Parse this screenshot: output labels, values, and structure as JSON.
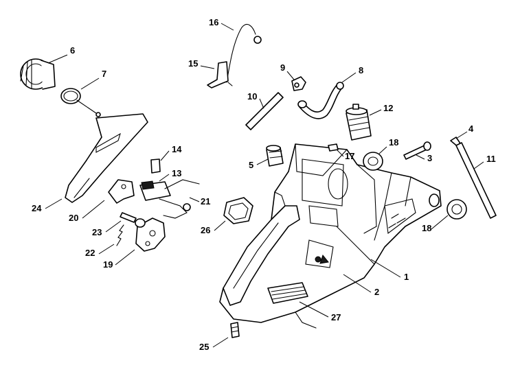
{
  "callouts": [
    {
      "id": "1",
      "label": "1"
    },
    {
      "id": "2",
      "label": "2"
    },
    {
      "id": "3",
      "label": "3"
    },
    {
      "id": "4",
      "label": "4"
    },
    {
      "id": "5",
      "label": "5"
    },
    {
      "id": "6",
      "label": "6"
    },
    {
      "id": "7",
      "label": "7"
    },
    {
      "id": "8",
      "label": "8"
    },
    {
      "id": "9",
      "label": "9"
    },
    {
      "id": "10",
      "label": "10"
    },
    {
      "id": "11",
      "label": "11"
    },
    {
      "id": "12",
      "label": "12"
    },
    {
      "id": "13",
      "label": "13"
    },
    {
      "id": "14",
      "label": "14"
    },
    {
      "id": "15",
      "label": "15"
    },
    {
      "id": "16",
      "label": "16"
    },
    {
      "id": "17",
      "label": "17"
    },
    {
      "id": "18a",
      "label": "18"
    },
    {
      "id": "18b",
      "label": "18"
    },
    {
      "id": "19",
      "label": "19"
    },
    {
      "id": "20",
      "label": "20"
    },
    {
      "id": "21",
      "label": "21"
    },
    {
      "id": "22",
      "label": "22"
    },
    {
      "id": "23",
      "label": "23"
    },
    {
      "id": "24",
      "label": "24"
    },
    {
      "id": "25",
      "label": "25"
    },
    {
      "id": "26",
      "label": "26"
    },
    {
      "id": "27",
      "label": "27"
    }
  ],
  "colors": {
    "line": "#000000",
    "background": "#ffffff"
  }
}
